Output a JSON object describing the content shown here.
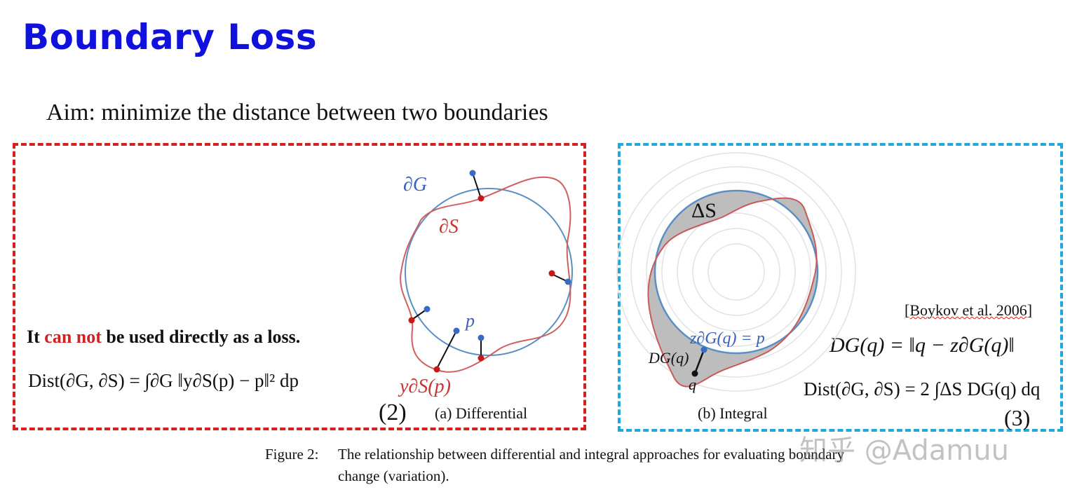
{
  "slide": {
    "title": "Boundary Loss",
    "aim": "Aim: minimize the distance between two boundaries"
  },
  "left_panel": {
    "warning_prefix": "It ",
    "warning_highlight": "can not",
    "warning_suffix": " be used directly as a loss.",
    "equation": "Dist(∂G, ∂S) = ∫∂G ‖y∂S(p) − p‖² dp",
    "equation_number": "(2)",
    "diagram_caption": "(a) Differential",
    "label_dG": "∂G",
    "label_dS": "∂S",
    "label_p": "p",
    "label_y": "y∂S(p)",
    "colors": {
      "border": "#d42020",
      "blue_curve": "#5a8fc4",
      "red_curve": "#d06060"
    }
  },
  "right_panel": {
    "citation": "[Boykov et al. 2006]",
    "distance_def": "DG(q) = ‖q − z∂G(q)‖",
    "equation": "Dist(∂G, ∂S) = 2 ∫ΔS DG(q) dq",
    "equation_number": "(3)",
    "diagram_caption": "(b) Integral",
    "label_delta": "ΔS",
    "label_z": "z∂G(q) = p",
    "label_DG": "DG(q)",
    "label_q": "q",
    "colors": {
      "border": "#1ea8dc",
      "fill": "#bdbdbd"
    }
  },
  "caption": {
    "label": "Figure 2:",
    "line1": "The relationship between differential and integral approaches for evaluating boundary",
    "line2": "change (variation)."
  },
  "watermark": "知乎 @Adamuu"
}
